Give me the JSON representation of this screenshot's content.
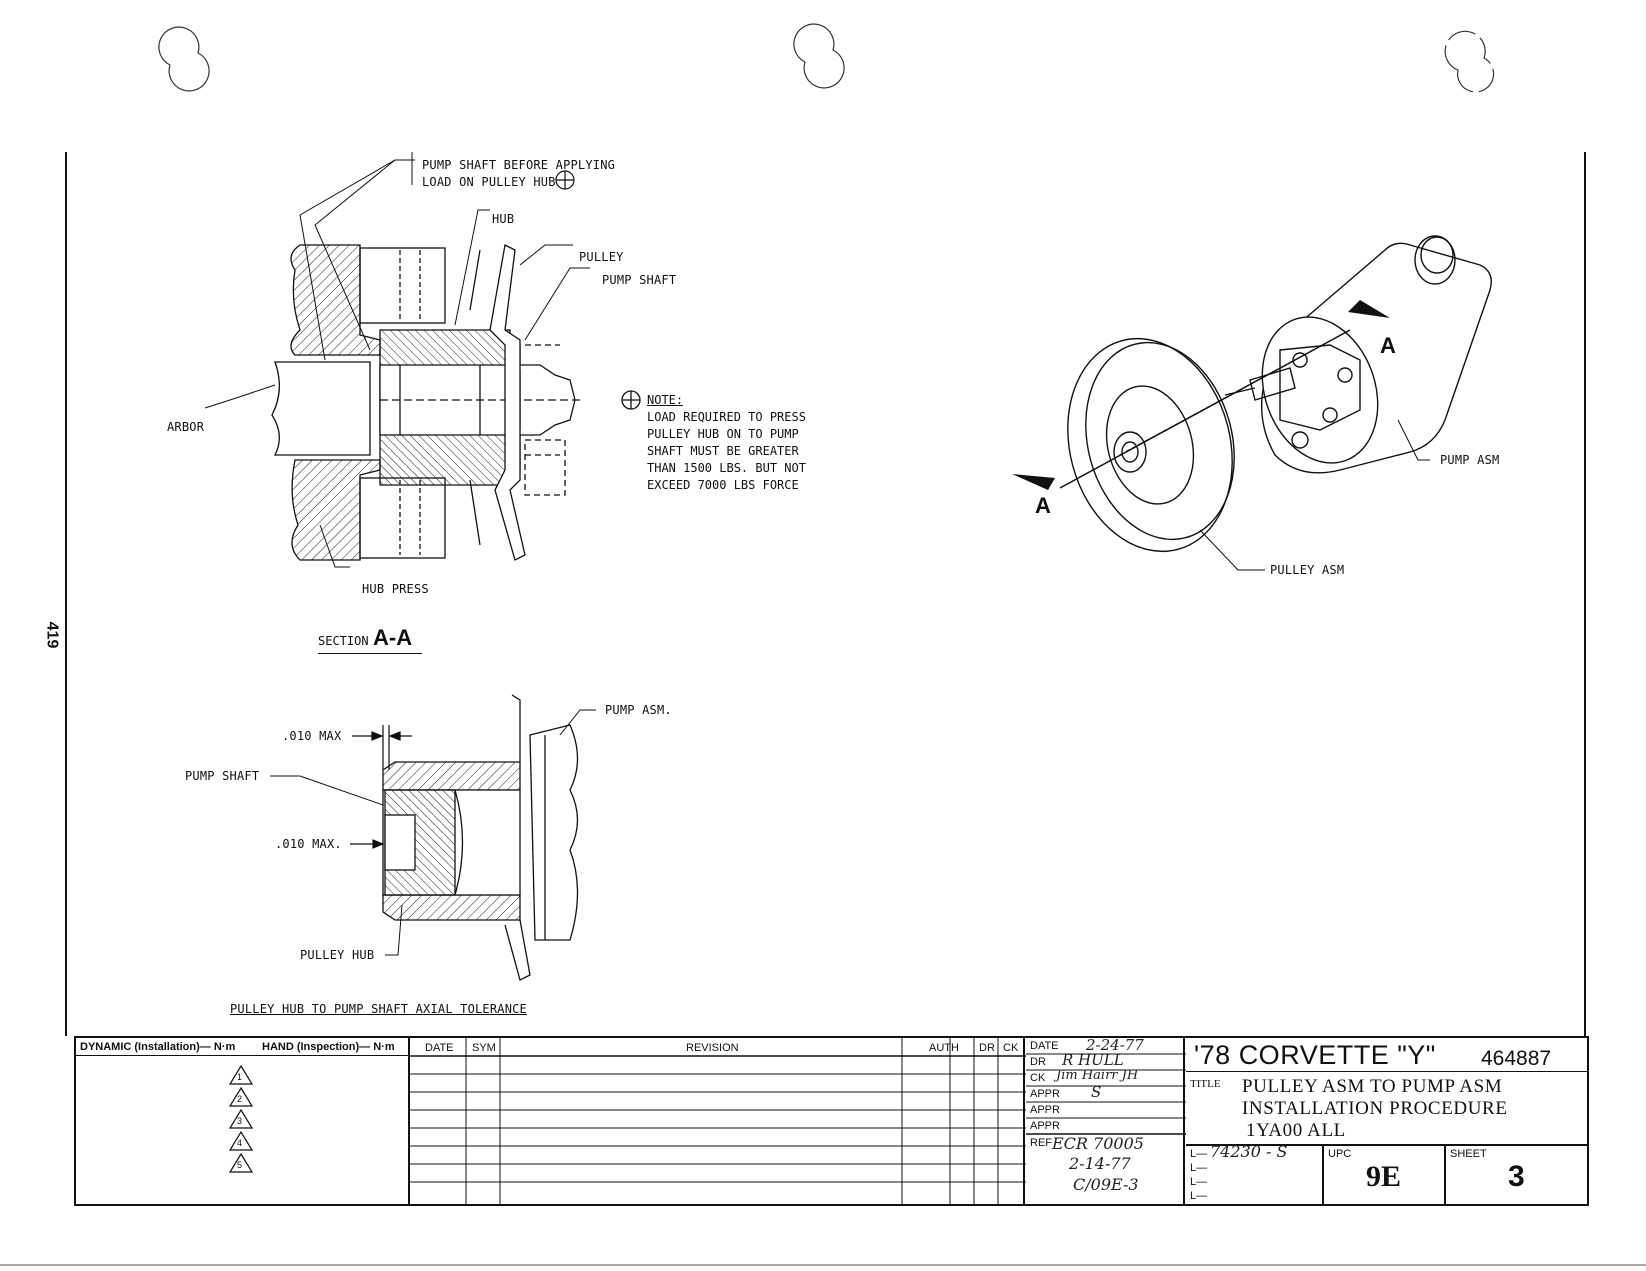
{
  "page_number": "419",
  "section_view": {
    "callout_top_lines": [
      "PUMP SHAFT BEFORE APPLYING",
      "LOAD ON PULLEY HUB"
    ],
    "labels": {
      "hub": "HUB",
      "pulley": "PULLEY",
      "pump_shaft": "PUMP SHAFT",
      "arbor": "ARBOR",
      "hub_press": "HUB PRESS"
    },
    "section_prefix": "SECTION",
    "section_name": "A-A"
  },
  "note": {
    "heading": "NOTE:",
    "lines": [
      "LOAD REQUIRED TO PRESS",
      "PULLEY HUB ON TO PUMP",
      "SHAFT MUST BE GREATER",
      "THAN 1500 LBS. BUT NOT",
      "EXCEED  7000 LBS FORCE"
    ]
  },
  "iso_view": {
    "pump_asm": "PUMP ASM",
    "pulley_asm": "PULLEY ASM",
    "arrow_a_left": "A",
    "arrow_a_right": "A"
  },
  "tolerance_view": {
    "max_top": ".010 MAX",
    "max_bottom": ".010 MAX.",
    "pump_shaft": "PUMP SHAFT",
    "pump_asm": "PUMP ASM.",
    "pulley_hub": "PULLEY HUB",
    "caption": "PULLEY HUB TO PUMP SHAFT AXIAL TOLERANCE"
  },
  "title_block": {
    "dynamic_header": "DYNAMIC (Installation)— N·m",
    "hand_header": "HAND (Inspection)— N·m",
    "triangle_numbers": [
      "1",
      "2",
      "3",
      "4",
      "5"
    ],
    "rev_headers": [
      "DATE",
      "SYM",
      "REVISION",
      "AUTH",
      "DR",
      "CK"
    ],
    "sign_labels": [
      "DATE",
      "DR",
      "CK",
      "APPR",
      "APPR",
      "APPR"
    ],
    "sign_values": [
      "2-24-77",
      "R HULL",
      "Jim Hairr JH",
      "S",
      "",
      ""
    ],
    "ref_label": "REF",
    "ref_lines": [
      "ECR 70005",
      "2-14-77",
      "C/09E-3"
    ],
    "heading_main": "'78 CORVETTE \"Y\"",
    "drawing_number": "464887",
    "title_label": "TITLE",
    "title_lines": [
      "PULLEY ASM TO PUMP ASM",
      "INSTALLATION PROCEDURE",
      "1YA00 ALL"
    ],
    "l_prefix": "L—",
    "l_value": "74230 - S",
    "upc_label": "UPC",
    "upc_value": "9E",
    "sheet_label": "SHEET",
    "sheet_value": "3"
  }
}
